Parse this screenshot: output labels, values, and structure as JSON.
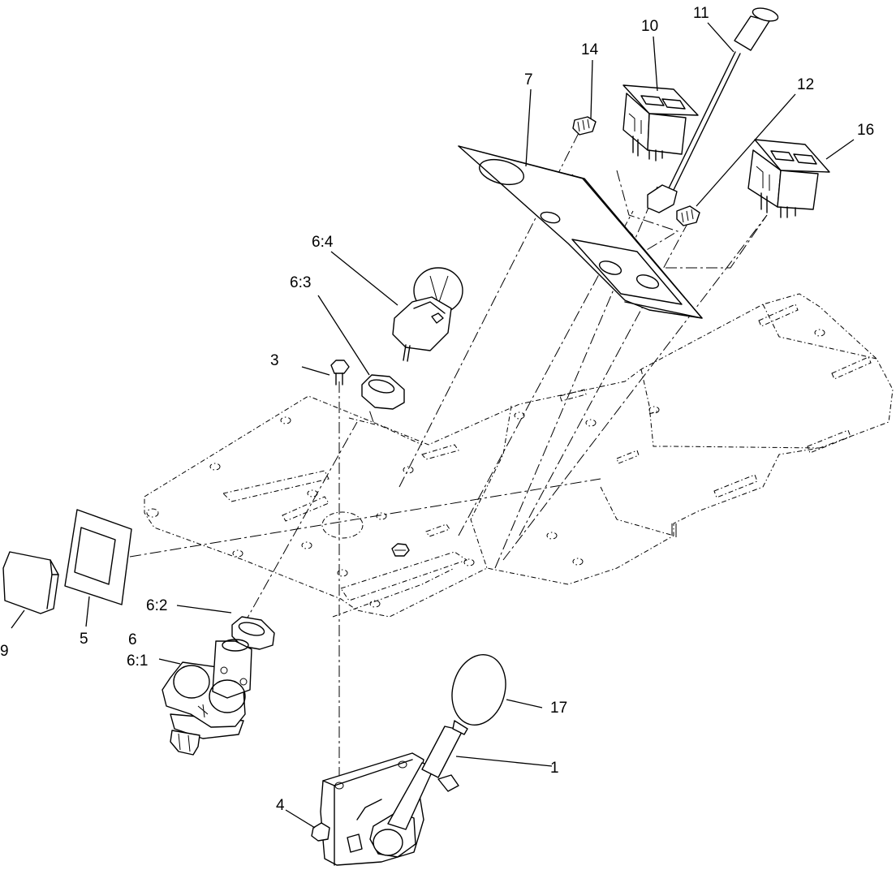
{
  "callouts": {
    "c1": "1",
    "c3": "3",
    "c4": "4",
    "c5": "5",
    "c6": "6",
    "c6_1": "6:1",
    "c6_2": "6:2",
    "c6_3": "6:3",
    "c6_4": "6:4",
    "c7": "7",
    "c9": "9",
    "c10": "10",
    "c11": "11",
    "c12": "12",
    "c14": "14",
    "c16": "16",
    "c17": "17"
  }
}
